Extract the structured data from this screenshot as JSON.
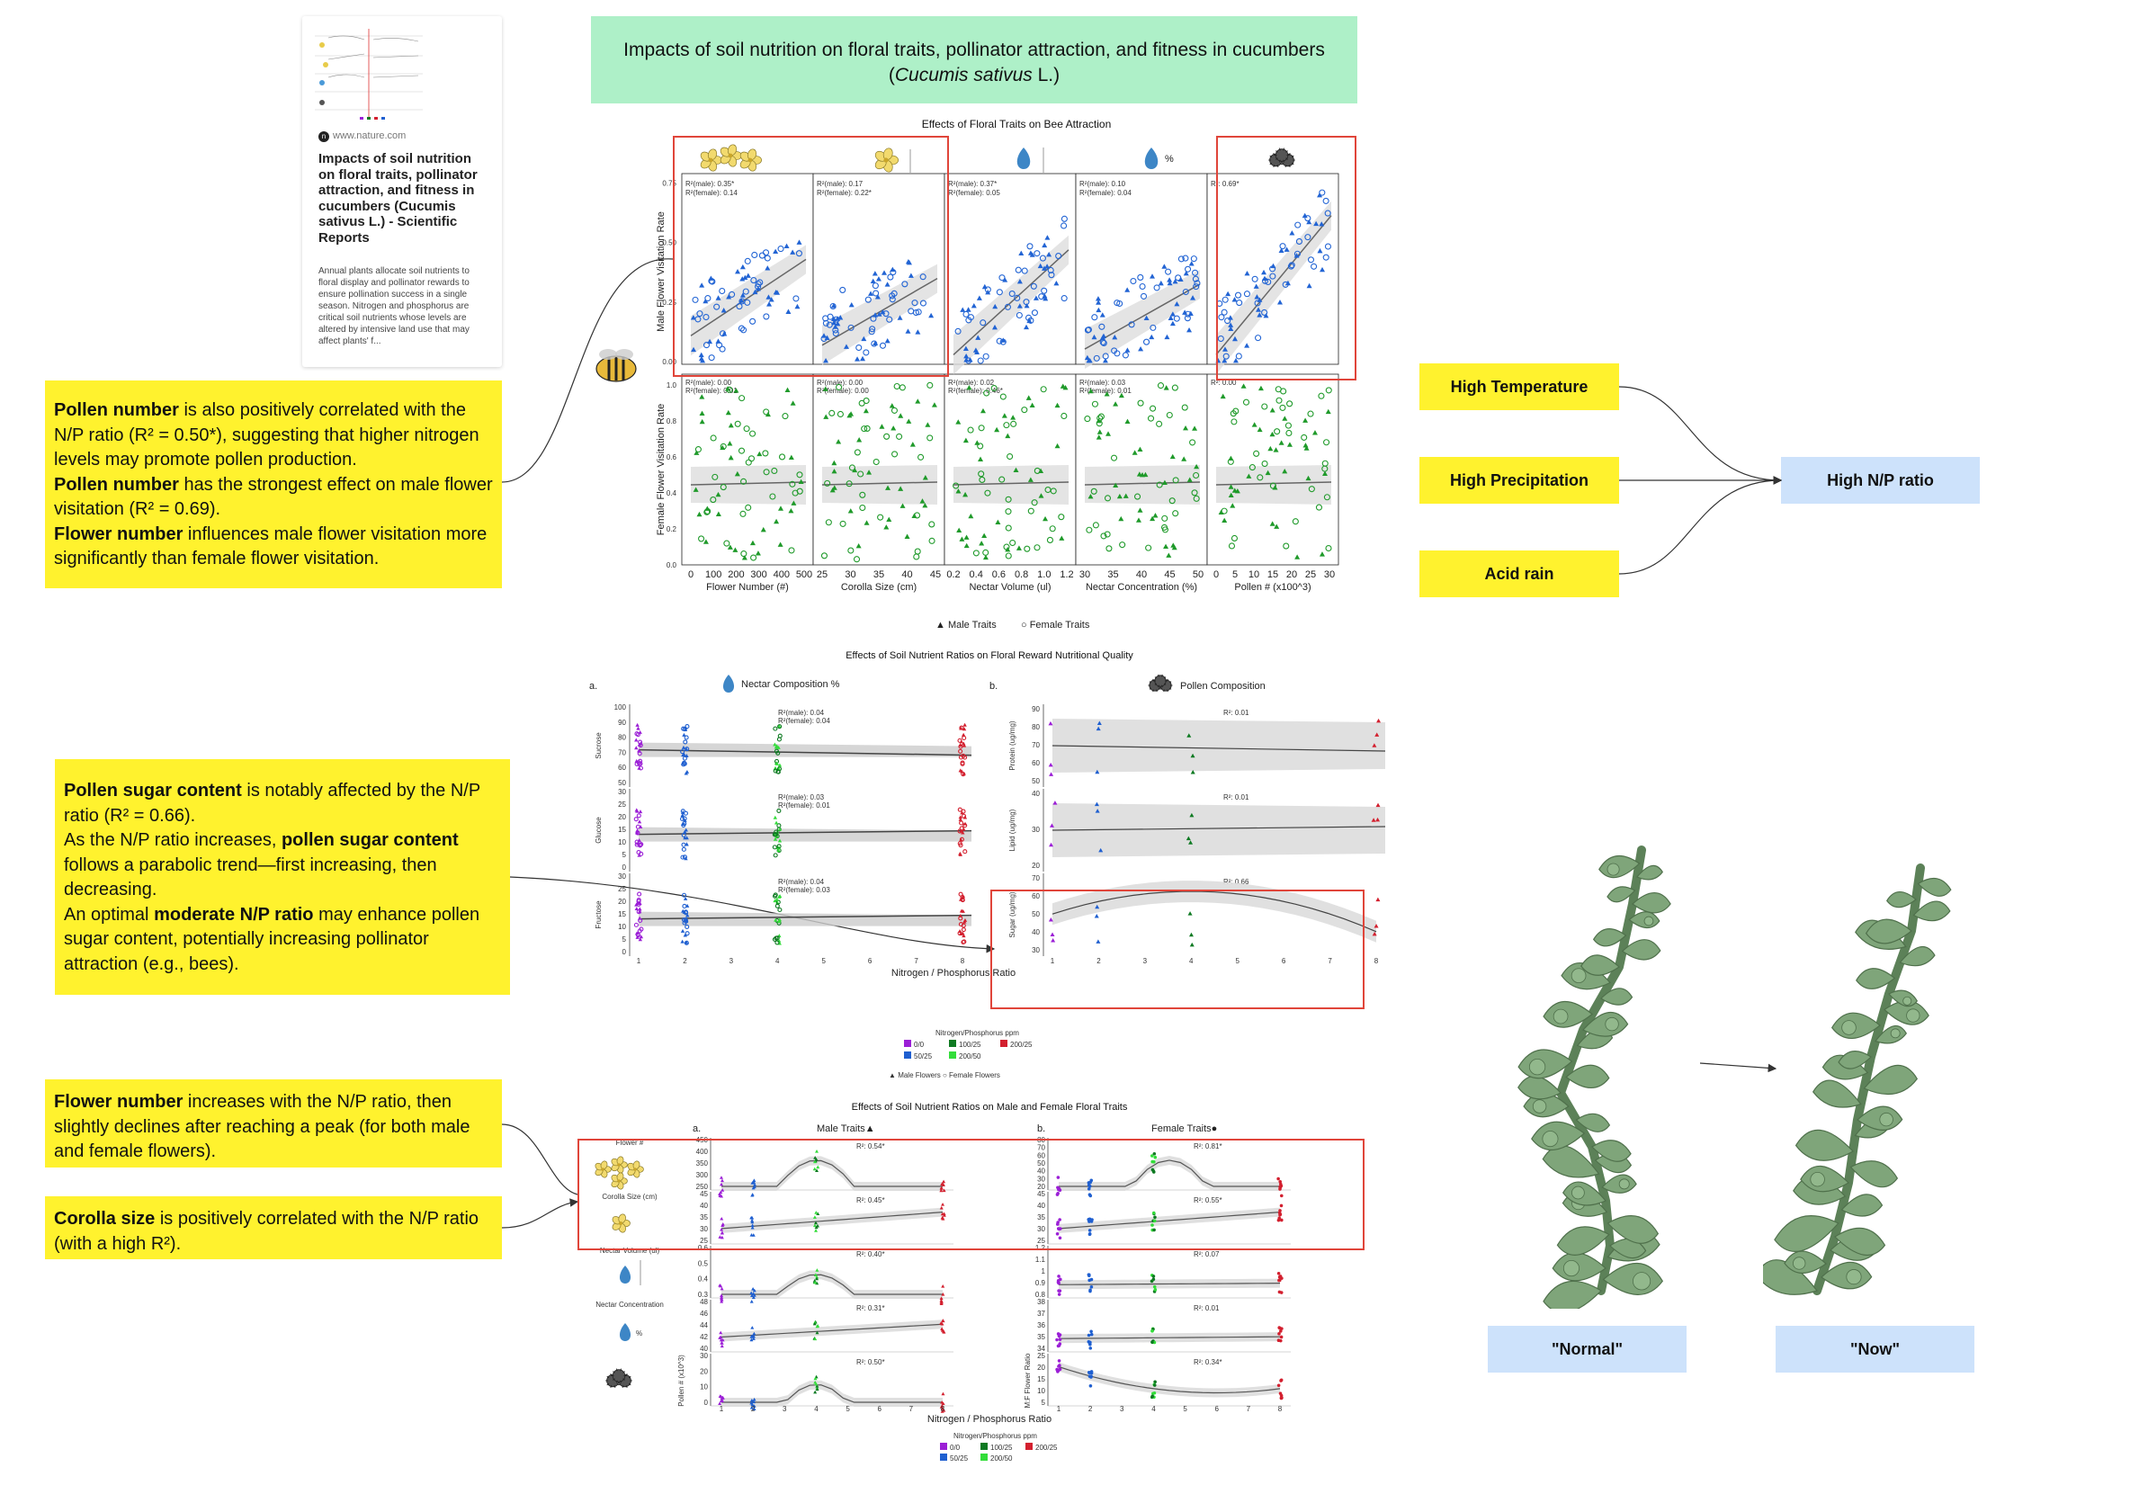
{
  "header": {
    "title_line1": "Impacts of soil nutrition on floral traits, pollinator attraction, and fitness in cucumbers",
    "title_line2_open": "(",
    "title_line2_species": "Cucumis sativus",
    "title_line2_close": " L.)"
  },
  "link_card": {
    "site": "www.nature.com",
    "title": "Impacts of soil nutrition on floral traits, pollinator attraction, and fitness in cucumbers (Cucumis sativus L.) - Scientific Reports",
    "description": "Annual plants allocate soil nutrients to floral display and pollinator rewards to ensure pollination success in a single season. Nitrogen and phosphorus are critical soil nutrients whose levels are altered by intensive land use that may affect plants' f..."
  },
  "notes": {
    "pollen": {
      "b1": "Pollen number",
      "t1": " is also positively correlated with the N/P ratio (R² = 0.50*), suggesting that higher nitrogen levels may promote pollen production.",
      "b2": "Pollen number",
      "t2": " has the strongest effect on male flower visitation (R² = 0.69).",
      "b3": "Flower number",
      "t3": " influences male flower visitation more significantly than female flower visitation."
    },
    "sugar": {
      "b1": "Pollen sugar content",
      "t1": " is notably affected by the N/P ratio (R² = 0.66).",
      "t2a": "As the N/P ratio increases, ",
      "b2": "pollen sugar content",
      "t2b": " follows a parabolic trend—first increasing, then decreasing.",
      "t3a": "An optimal ",
      "b3": "moderate N/P ratio",
      "t3b": " may enhance pollen sugar content, potentially increasing pollinator attraction (e.g., bees)."
    },
    "flower_number": {
      "b1": "Flower number",
      "t1": " increases with the N/P ratio, then slightly declines after reaching a peak (for both male and female flowers)."
    },
    "corolla": {
      "b1": "Corolla size",
      "t1": " is positively correlated with the N/P ratio (with a high R²)."
    }
  },
  "causes": {
    "high_temperature": "High Temperature",
    "high_precipitation": "High Precipitation",
    "acid_rain": "Acid rain",
    "result": "High N/P ratio"
  },
  "plants": {
    "normal_label": "\"Normal\"",
    "now_label": "\"Now\""
  },
  "fig1": {
    "title": "Effects of Floral Traits on Bee Attraction",
    "ylabel_top": "Male Flower Visitation Rate",
    "ylabel_bottom": "Female Flower Visitation Rate",
    "pct": "%",
    "xlabels": [
      "Flower Number (#)",
      "Corolla Size (cm)",
      "Nectar Volume (ul)",
      "Nectar Concentration (%)",
      "Pollen # (x100^3)"
    ],
    "xticks": [
      [
        "0",
        "100",
        "200",
        "300",
        "400",
        "500"
      ],
      [
        "25",
        "30",
        "35",
        "40",
        "45"
      ],
      [
        "0.2",
        "0.4",
        "0.6",
        "0.8",
        "1.0",
        "1.2"
      ],
      [
        "30",
        "35",
        "40",
        "45",
        "50"
      ],
      [
        "0",
        "5",
        "10",
        "15",
        "20",
        "25",
        "30"
      ]
    ],
    "yticks_top": [
      "0.00",
      "0.25",
      "0.50",
      "0.75"
    ],
    "yticks_bottom": [
      "0.0",
      "0.2",
      "0.4",
      "0.6",
      "0.8",
      "1.0"
    ],
    "r2_top": [
      [
        "R²(male): 0.35*",
        "R²(female): 0.14"
      ],
      [
        "R²(male): 0.17",
        "R²(female): 0.22*"
      ],
      [
        "R²(male): 0.37*",
        "R²(female): 0.05"
      ],
      [
        "R²(male): 0.10",
        "R²(female): 0.04"
      ],
      [
        "R²: 0.69*",
        ""
      ]
    ],
    "r2_bottom": [
      [
        "R²(male): 0.00",
        "R²(female): 0.01"
      ],
      [
        "R²(male): 0.00",
        "R²(female): 0.00"
      ],
      [
        "R²(male): 0.02",
        "R²(female): 0.46*"
      ],
      [
        "R²(male): 0.03",
        "R²(female): 0.01"
      ],
      [
        "R²: 0.00",
        ""
      ]
    ],
    "legend_male": "▲ Male Traits",
    "legend_female": "○ Female Traits"
  },
  "fig2": {
    "title": "Effects of Soil Nutrient Ratios on Floral Reward Nutritional Quality",
    "label_a": "a.",
    "label_b": "b.",
    "nectar_title": "Nectar Composition %",
    "pollen_title": "Pollen Composition",
    "left_ylabels": [
      "Sucrose",
      "Glucose",
      "Fructose"
    ],
    "right_ylabels": [
      "Protein (ug/mg)",
      "Lipid (ug/mg)",
      "Sugar (ug/mg)"
    ],
    "left_yticks": [
      [
        "100",
        "90",
        "80",
        "70",
        "60",
        "50"
      ],
      [
        "30",
        "25",
        "20",
        "15",
        "10",
        "5",
        "0"
      ],
      [
        "30",
        "25",
        "20",
        "15",
        "10",
        "5",
        "0"
      ]
    ],
    "right_yticks": [
      [
        "90",
        "80",
        "70",
        "60",
        "50"
      ],
      [
        "40",
        "30",
        "20"
      ],
      [
        "70",
        "60",
        "50",
        "40",
        "30"
      ]
    ],
    "left_r2": [
      [
        "R²(male): 0.04",
        "R²(female): 0.04"
      ],
      [
        "R²(male): 0.03",
        "R²(female): 0.01"
      ],
      [
        "R²(male): 0.04",
        "R²(female): 0.03"
      ]
    ],
    "right_r2": [
      "R²: 0.01",
      "R²: 0.01",
      "R²: 0.66"
    ],
    "xticks": [
      "1",
      "2",
      "3",
      "4",
      "5",
      "6",
      "7",
      "8"
    ],
    "xlabel": "Nitrogen / Phosphorus Ratio",
    "legend_title": "Nitrogen/Phosphorus ppm",
    "legend_items": [
      "0/0",
      "100/25",
      "200/25",
      "50/25",
      "200/50"
    ],
    "legend_shapes": "▲ Male Flowers  ○ Female Flowers"
  },
  "fig3": {
    "title": "Effects of Soil Nutrient Ratios on Male and Female Floral Traits",
    "label_a": "a.",
    "label_b": "b.",
    "male_title": "Male Traits▲",
    "female_title": "Female Traits●",
    "row_labels": [
      "Flower #",
      "Corolla Size (cm)",
      "Nectar Volume (ul)",
      "Nectar Concentration",
      ""
    ],
    "row_ylabel_pollen": "Pollen # (x10^3)",
    "row_ylabel_mf": "M:F Flower Ratio",
    "pct": "%",
    "male_r2": [
      "R²: 0.54*",
      "R²: 0.45*",
      "R²: 0.40*",
      "R²: 0.31*",
      "R²: 0.50*"
    ],
    "female_r2": [
      "R²: 0.81*",
      "R²: 0.55*",
      "R²: 0.07",
      "R²: 0.01",
      "R²: 0.34*"
    ],
    "male_yticks": [
      [
        "450",
        "400",
        "350",
        "300",
        "250"
      ],
      [
        "45",
        "40",
        "35",
        "30",
        "25"
      ],
      [
        "0.6",
        "0.5",
        "0.4",
        "0.3"
      ],
      [
        "48",
        "46",
        "44",
        "42",
        "40"
      ],
      [
        "30",
        "20",
        "10",
        "0"
      ]
    ],
    "female_yticks": [
      [
        "80",
        "70",
        "60",
        "50",
        "40",
        "30",
        "20"
      ],
      [
        "45",
        "40",
        "35",
        "30",
        "25"
      ],
      [
        "1.2",
        "1.1",
        "1",
        "0.9",
        "0.8"
      ],
      [
        "38",
        "37",
        "36",
        "35",
        "34"
      ],
      [
        "25",
        "20",
        "15",
        "10",
        "5"
      ]
    ],
    "xticks": [
      "1",
      "2",
      "3",
      "4",
      "5",
      "6",
      "7",
      "8"
    ],
    "xlabel": "Nitrogen / Phosphorus Ratio",
    "legend_title": "Nitrogen/Phosphorus ppm",
    "legend_items": [
      "0/0",
      "100/25",
      "200/25",
      "50/25",
      "200/50"
    ]
  },
  "colors": {
    "n0": "#9b1fd6",
    "n50": "#1f5fd0",
    "n100": "#0e7a22",
    "n200_50": "#33dd3a",
    "n200_25": "#d3202f",
    "blue_points": "#2264d4",
    "green_points": "#1f9a2a",
    "highlight_red": "#e0453a",
    "sticky_yellow": "#fff22e",
    "blue_box": "#cde2fb",
    "header_green": "#aef0c8",
    "plant_green": "#7fa57a"
  }
}
